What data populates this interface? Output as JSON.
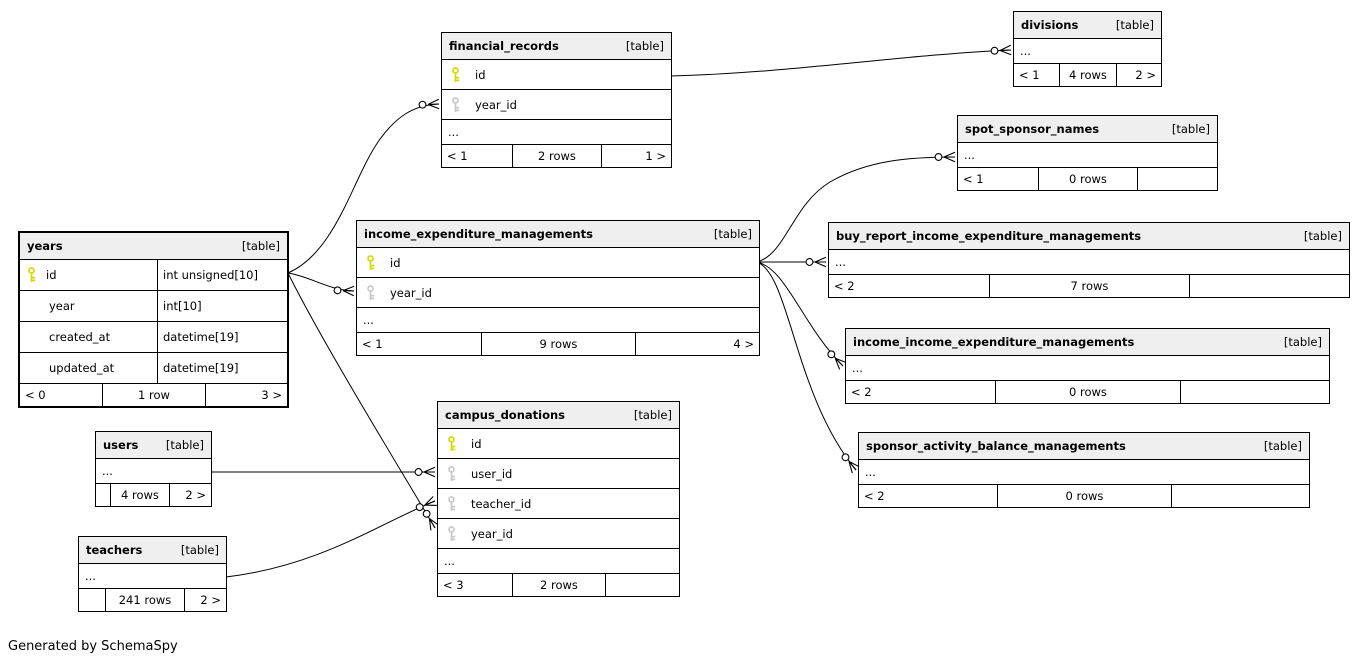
{
  "diagram": {
    "generator_note": "Generated by SchemaSpy",
    "ellipsis_label": "...",
    "colors": {
      "header_bg": "#efefef",
      "border": "#000000",
      "pk_key": "#d9d900",
      "fk_key": "#c8c8c8"
    },
    "tables": [
      {
        "id": "years",
        "name": "years",
        "type_label": "[table]",
        "emphasis": true,
        "two_col": true,
        "ellipsis": false,
        "columns": [
          {
            "name": "id",
            "key": "pk",
            "type": "int unsigned[10]"
          },
          {
            "name": "year",
            "key": "",
            "type": "int[10]"
          },
          {
            "name": "created_at",
            "key": "",
            "type": "datetime[19]"
          },
          {
            "name": "updated_at",
            "key": "",
            "type": "datetime[19]"
          }
        ],
        "footer": [
          "< 0",
          "1 row",
          "3 >"
        ]
      },
      {
        "id": "financial_records",
        "name": "financial_records",
        "type_label": "[table]",
        "emphasis": false,
        "two_col": false,
        "ellipsis": true,
        "columns": [
          {
            "name": "id",
            "key": "pk",
            "type": ""
          },
          {
            "name": "year_id",
            "key": "fk",
            "type": ""
          }
        ],
        "footer": [
          "< 1",
          "2 rows",
          "1 >"
        ]
      },
      {
        "id": "divisions",
        "name": "divisions",
        "type_label": "[table]",
        "emphasis": false,
        "two_col": false,
        "ellipsis": true,
        "columns": [],
        "footer": [
          "< 1",
          "4 rows",
          "2 >"
        ]
      },
      {
        "id": "spot_sponsor_names",
        "name": "spot_sponsor_names",
        "type_label": "[table]",
        "emphasis": false,
        "two_col": false,
        "ellipsis": true,
        "columns": [],
        "footer": [
          "< 1",
          "0 rows",
          ""
        ]
      },
      {
        "id": "income_expenditure_managements",
        "name": "income_expenditure_managements",
        "type_label": "[table]",
        "emphasis": false,
        "two_col": false,
        "ellipsis": true,
        "columns": [
          {
            "name": "id",
            "key": "pk",
            "type": ""
          },
          {
            "name": "year_id",
            "key": "fk",
            "type": ""
          }
        ],
        "footer": [
          "< 1",
          "9 rows",
          "4 >"
        ]
      },
      {
        "id": "buy_report_income_expenditure_managements",
        "name": "buy_report_income_expenditure_managements",
        "type_label": "[table]",
        "emphasis": false,
        "two_col": false,
        "ellipsis": true,
        "columns": [],
        "footer": [
          "< 2",
          "7 rows",
          ""
        ]
      },
      {
        "id": "income_income_expenditure_managements",
        "name": "income_income_expenditure_managements",
        "type_label": "[table]",
        "emphasis": false,
        "two_col": false,
        "ellipsis": true,
        "columns": [],
        "footer": [
          "< 2",
          "0 rows",
          ""
        ]
      },
      {
        "id": "sponsor_activity_balance_managements",
        "name": "sponsor_activity_balance_managements",
        "type_label": "[table]",
        "emphasis": false,
        "two_col": false,
        "ellipsis": true,
        "columns": [],
        "footer": [
          "< 2",
          "0 rows",
          ""
        ]
      },
      {
        "id": "users",
        "name": "users",
        "type_label": "[table]",
        "emphasis": false,
        "two_col": false,
        "ellipsis": true,
        "columns": [],
        "footer": [
          "",
          "4 rows",
          "2 >"
        ]
      },
      {
        "id": "teachers",
        "name": "teachers",
        "type_label": "[table]",
        "emphasis": false,
        "two_col": false,
        "ellipsis": true,
        "columns": [],
        "footer": [
          "",
          "241 rows",
          "2 >"
        ]
      },
      {
        "id": "campus_donations",
        "name": "campus_donations",
        "type_label": "[table]",
        "emphasis": false,
        "two_col": false,
        "ellipsis": true,
        "columns": [
          {
            "name": "id",
            "key": "pk",
            "type": ""
          },
          {
            "name": "user_id",
            "key": "fk",
            "type": ""
          },
          {
            "name": "teacher_id",
            "key": "fk",
            "type": ""
          },
          {
            "name": "year_id",
            "key": "fk",
            "type": ""
          }
        ],
        "footer": [
          "< 3",
          "2 rows",
          ""
        ]
      }
    ],
    "relationships": [
      {
        "from": "years.id",
        "to": "financial_records.year_id"
      },
      {
        "from": "years.id",
        "to": "income_expenditure_managements.year_id"
      },
      {
        "from": "years.id",
        "to": "campus_donations.year_id"
      },
      {
        "from": "financial_records.id",
        "to": "divisions"
      },
      {
        "from": "income_expenditure_managements.id",
        "to": "spot_sponsor_names"
      },
      {
        "from": "income_expenditure_managements.id",
        "to": "buy_report_income_expenditure_managements"
      },
      {
        "from": "income_expenditure_managements.id",
        "to": "income_income_expenditure_managements"
      },
      {
        "from": "income_expenditure_managements.id",
        "to": "sponsor_activity_balance_managements"
      },
      {
        "from": "users",
        "to": "campus_donations.user_id"
      },
      {
        "from": "teachers",
        "to": "campus_donations.teacher_id"
      }
    ]
  }
}
